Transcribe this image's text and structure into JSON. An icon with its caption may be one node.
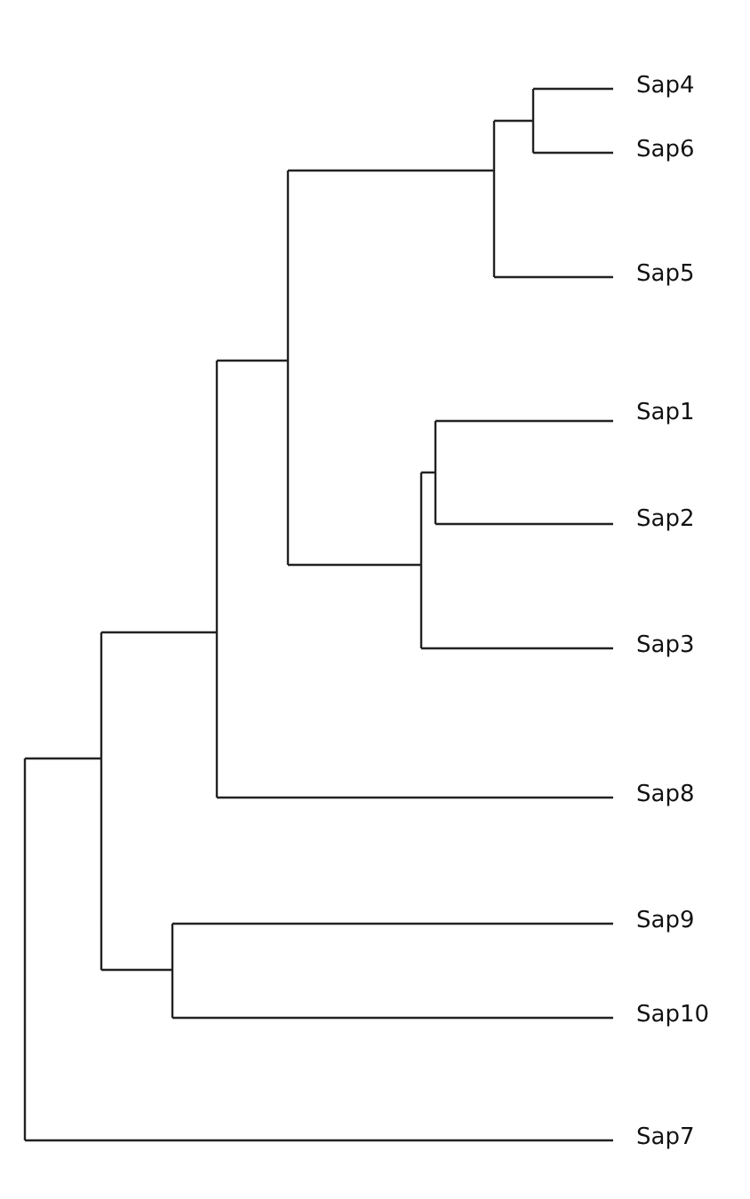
{
  "diagram": {
    "labels": [
      "Sap4",
      "Sap6",
      "Sap5",
      "Sap1",
      "Sap2",
      "Sap3",
      "Sap8",
      "Sap9",
      "Sap10",
      "Sap7"
    ]
  }
}
